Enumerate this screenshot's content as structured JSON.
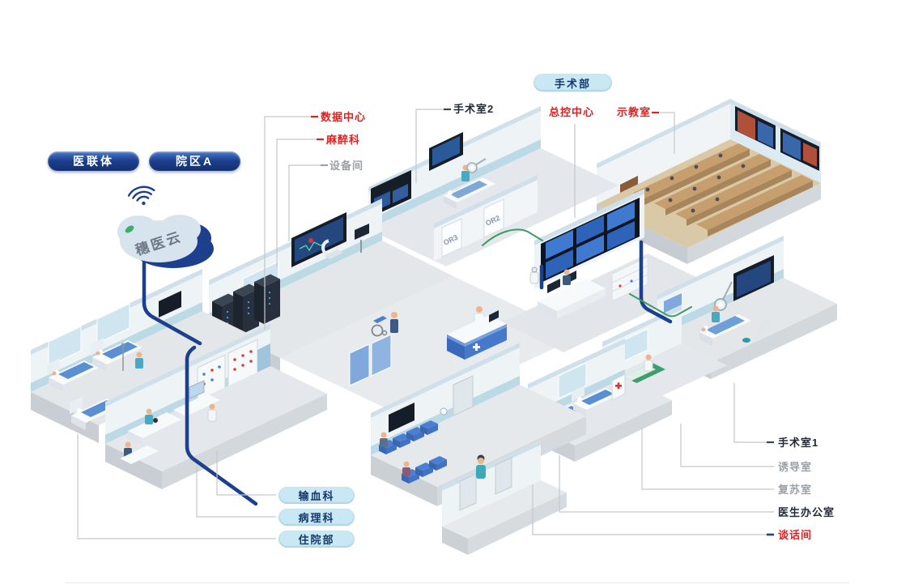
{
  "colors": {
    "accent_navy": "#1c3f8e",
    "connector_green": "#3f9b63",
    "label_red": "#e02121",
    "label_gray": "#9aa0a6",
    "label_dark": "#1f2937",
    "pill_light_bg": "#c9e8f4",
    "pill_light_text": "#14386b"
  },
  "top_pills": [
    {
      "label": "医联体"
    },
    {
      "label": "院区A"
    }
  ],
  "cloud": {
    "label": "穗医云"
  },
  "dept_pill": {
    "label": "手术部"
  },
  "callouts": {
    "data_center": {
      "label": "数据中心"
    },
    "anesthesia": {
      "label": "麻醉科"
    },
    "equipment_room": {
      "label": "设备间"
    },
    "or2": {
      "label": "手术室2"
    },
    "master_control": {
      "label": "总控中心"
    },
    "demo_room": {
      "label": "示教室"
    },
    "or1": {
      "label": "手术室1"
    },
    "induction_room": {
      "label": "诱导室"
    },
    "recovery_room": {
      "label": "复苏室"
    },
    "doctor_office": {
      "label": "医生办公室"
    },
    "talk_room": {
      "label": "谈话间"
    }
  },
  "bottom_pills": [
    {
      "label": "输血科"
    },
    {
      "label": "病理科"
    },
    {
      "label": "住院部"
    }
  ],
  "scene": {
    "door_labels": [
      "OR2",
      "OR3"
    ]
  }
}
